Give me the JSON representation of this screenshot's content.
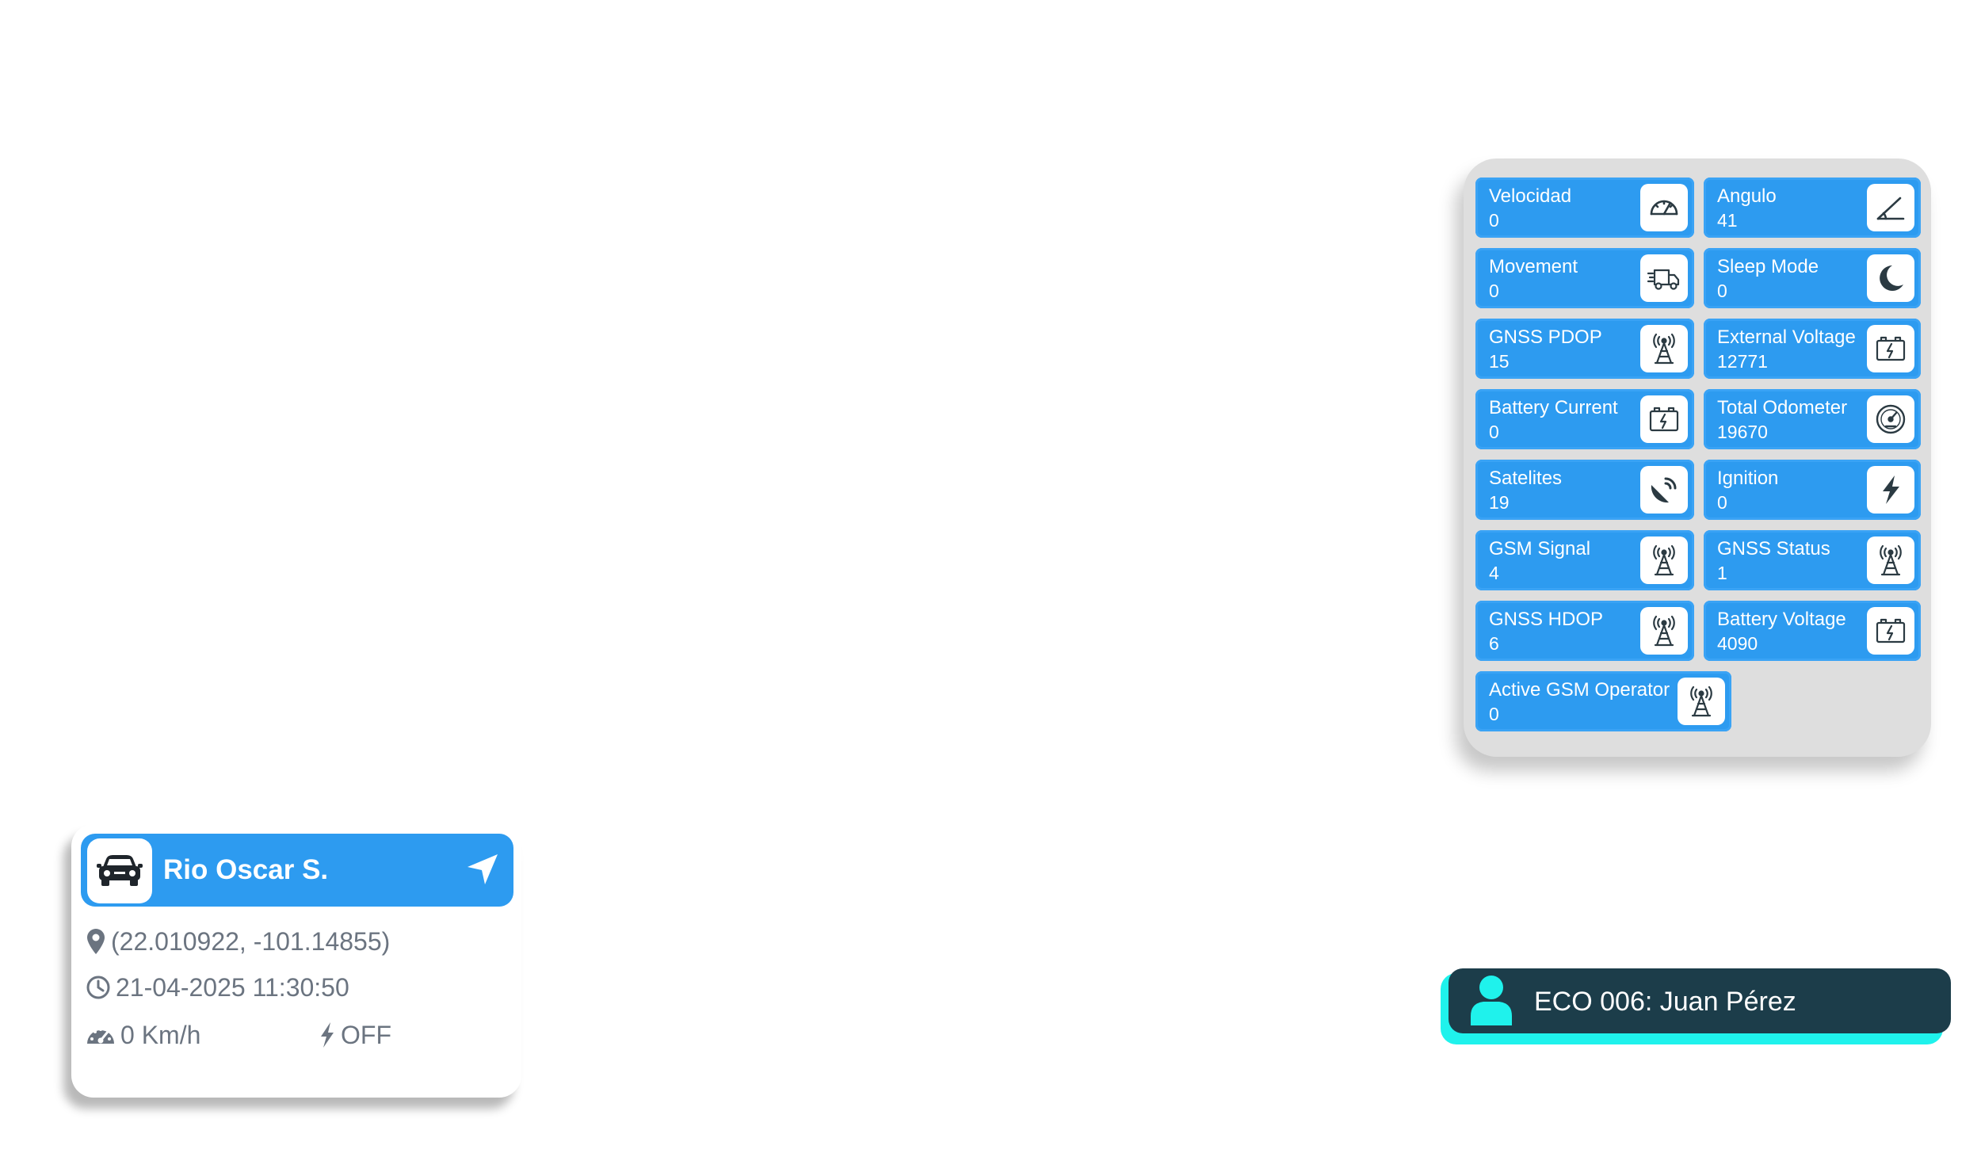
{
  "telemetry": {
    "tiles": [
      {
        "label": "Velocidad",
        "value": "0",
        "icon": "speedometer-icon"
      },
      {
        "label": "Angulo",
        "value": "41",
        "icon": "angle-icon"
      },
      {
        "label": "Movement",
        "value": "0",
        "icon": "truck-icon"
      },
      {
        "label": "Sleep Mode",
        "value": "0",
        "icon": "moon-icon"
      },
      {
        "label": "GNSS PDOP",
        "value": "15",
        "icon": "antenna-tower-icon"
      },
      {
        "label": "External Voltage",
        "value": "12771",
        "icon": "battery-icon"
      },
      {
        "label": "Battery Current",
        "value": "0",
        "icon": "battery-icon"
      },
      {
        "label": "Total Odometer",
        "value": "19670",
        "icon": "gauge-icon"
      },
      {
        "label": "Satelites",
        "value": "19",
        "icon": "satellite-dish-icon"
      },
      {
        "label": "Ignition",
        "value": "0",
        "icon": "bolt-icon"
      },
      {
        "label": "GSM Signal",
        "value": "4",
        "icon": "antenna-tower-icon"
      },
      {
        "label": "GNSS Status",
        "value": "1",
        "icon": "antenna-tower-icon"
      },
      {
        "label": "GNSS HDOP",
        "value": "6",
        "icon": "antenna-tower-icon"
      },
      {
        "label": "Battery Voltage",
        "value": "4090",
        "icon": "battery-icon"
      },
      {
        "label": "Active GSM Operator",
        "value": "0",
        "icon": "antenna-tower-icon"
      }
    ]
  },
  "vehicle": {
    "name": "Rio Oscar S.",
    "coordinates": "(22.010922, -101.14855)",
    "datetime": "21-04-2025 11:30:50",
    "speed": "0 Km/h",
    "ignition": "OFF"
  },
  "driver": {
    "label": "ECO 006: Juan Pérez"
  },
  "colors": {
    "tile_blue": "#2d9bf0",
    "icon_dark": "#2b3a42",
    "badge_dark": "#1c3d4a",
    "badge_accent": "#1ff2ec"
  }
}
